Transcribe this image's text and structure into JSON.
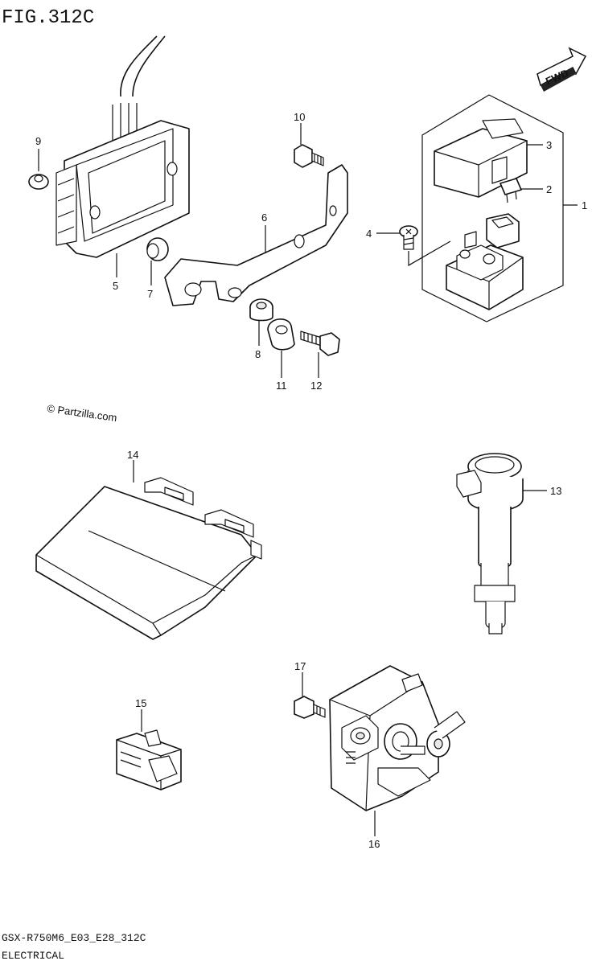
{
  "figure": {
    "title": "FIG.312C",
    "fwd_label": "FWD",
    "watermark": "© Partzilla.com",
    "model_code": "GSX-R750M6_E03_E28_312C",
    "section": "ELECTRICAL"
  },
  "callouts": {
    "c1": "1",
    "c2": "2",
    "c3": "3",
    "c4": "4",
    "c5": "5",
    "c6": "6",
    "c7": "7",
    "c8": "8",
    "c9": "9",
    "c10": "10",
    "c11": "11",
    "c12": "12",
    "c13": "13",
    "c14": "14",
    "c15": "15",
    "c16": "16",
    "c17": "17"
  }
}
